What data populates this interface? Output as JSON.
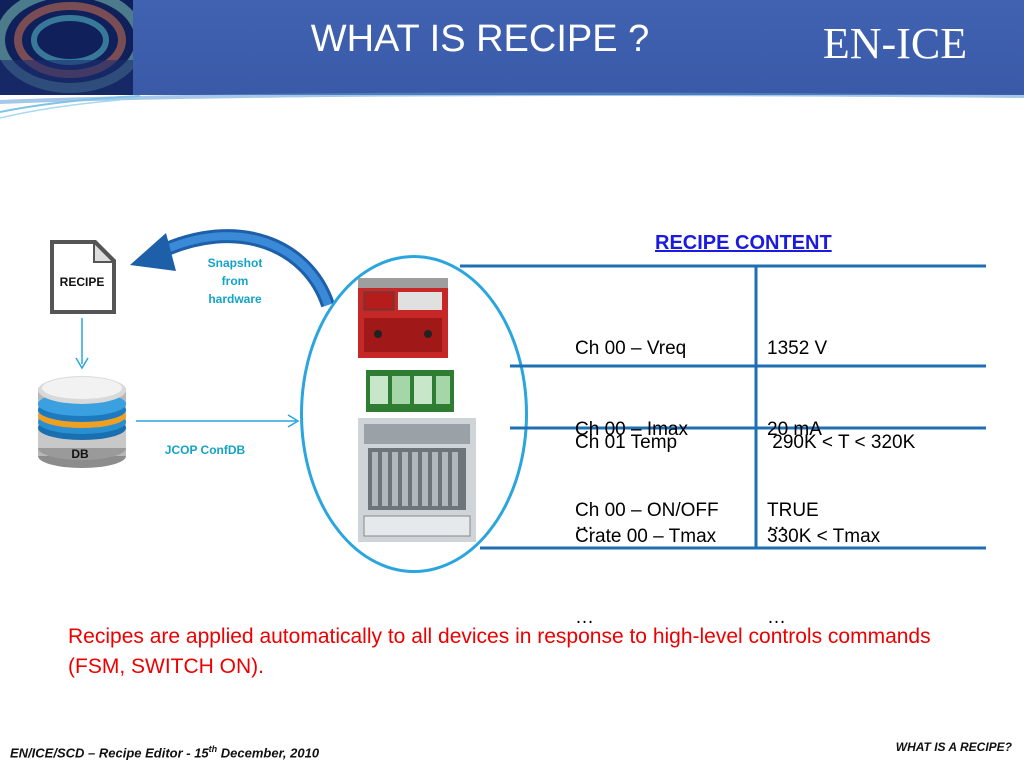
{
  "header": {
    "title": "WHAT IS RECIPE ?",
    "brand": "EN-ICE"
  },
  "diagram": {
    "recipe_icon_label": "RECIPE",
    "db_icon_label": "DB",
    "snapshot_label": [
      "Snapshot",
      "from",
      "hardware"
    ],
    "confdb_label": "JCOP ConfDB"
  },
  "recipe_content": {
    "title": "RECIPE CONTENT",
    "rows": [
      {
        "left": [
          "Ch 00 – Vreq",
          "Ch 00 – Imax",
          "Ch 00 – ON/OFF"
        ],
        "right": [
          "1352 V",
          "20 mA",
          "TRUE"
        ]
      },
      {
        "left": [
          "Ch 01 Temp",
          "…"
        ],
        "right": [
          " 290K < T < 320K",
          "…"
        ]
      },
      {
        "left": [
          "Crate 00 – Tmax",
          "…"
        ],
        "right": [
          "330K < Tmax",
          "…"
        ]
      }
    ]
  },
  "note": "Recipes are applied automatically to all devices in response to high-level controls commands (FSM, SWITCH ON).",
  "footer": {
    "left_prefix": "EN/ICE/SCD – Recipe Editor - 15",
    "left_sup": "th",
    "left_suffix": " December, 2010",
    "right": "WHAT IS A RECIPE?"
  },
  "colors": {
    "header_bg": "#3a5aa8",
    "accent_cyan": "#2aa5de",
    "note_red": "#ee0000",
    "recipe_title_blue": "#1a1ae0"
  }
}
